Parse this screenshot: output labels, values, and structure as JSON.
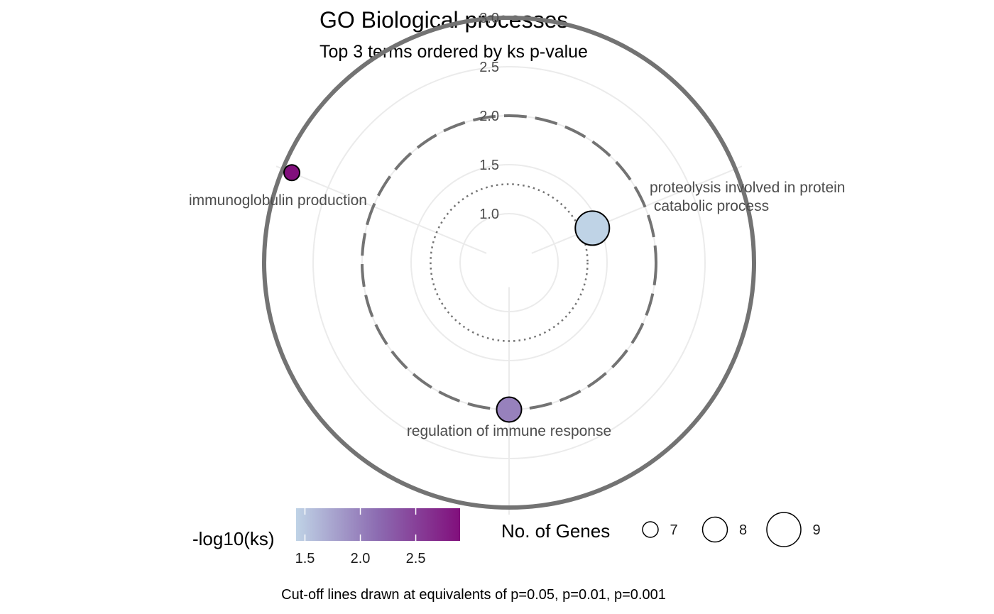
{
  "chart_data": {
    "type": "polar-bubble",
    "title": "GO Biological processes",
    "subtitle": "Top 3 terms ordered by ks p-value",
    "radial_axis": {
      "ticks": [
        "1.0",
        "1.5",
        "2.0",
        "2.5",
        "3.0"
      ],
      "tick_values": [
        1.0,
        1.5,
        2.0,
        2.5,
        3.0
      ],
      "range": [
        0.75,
        3.0
      ]
    },
    "cutoff_lines": [
      {
        "p": 0.05,
        "value": 1.301,
        "style": "dotted"
      },
      {
        "p": 0.01,
        "value": 2.0,
        "style": "dashed"
      },
      {
        "p": 0.001,
        "value": 3.0,
        "style": "solid"
      }
    ],
    "terms": [
      {
        "label": [
          "proteolysis involved in protein",
          " catabolic process"
        ],
        "angle_deg": 67.5,
        "value": 1.42,
        "genes": 9
      },
      {
        "label": [
          "regulation of immune response"
        ],
        "angle_deg": 180,
        "value": 2.0,
        "genes": 8
      },
      {
        "label": [
          "immunoglobulin production"
        ],
        "angle_deg": 292.5,
        "value": 2.9,
        "genes": 7
      }
    ],
    "color_legend": {
      "title": "-log10(ks)",
      "ticks": [
        "1.5",
        "2.0",
        "2.5"
      ],
      "tick_values": [
        1.5,
        2.0,
        2.5
      ],
      "range": [
        1.42,
        2.9
      ],
      "low_color": "#bfd3e6",
      "high_color": "#810f7c"
    },
    "size_legend": {
      "title": "No. of Genes",
      "items": [
        {
          "label": "7",
          "genes": 7
        },
        {
          "label": "8",
          "genes": 8
        },
        {
          "label": "9",
          "genes": 9
        }
      ]
    },
    "caption": "Cut-off lines drawn at equivalents of p=0.05, p=0.01, p=0.001"
  }
}
